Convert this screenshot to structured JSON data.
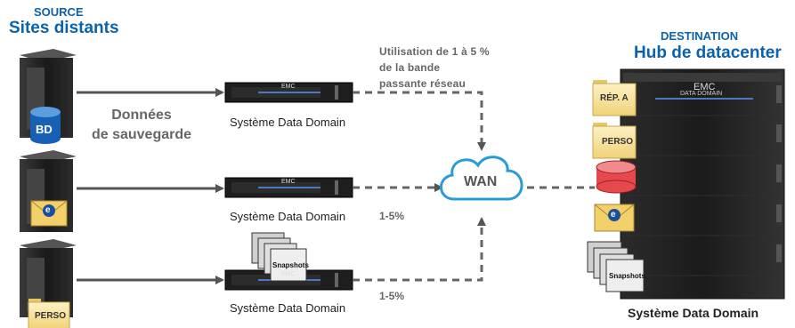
{
  "source": {
    "small": "SOURCE",
    "big": "Sites distants"
  },
  "destination": {
    "small": "DESTINATION",
    "big": "Hub de datacenter"
  },
  "bandwidth_note": [
    "Utilisation de 1 à 5 %",
    "de la bande",
    "passante réseau"
  ],
  "backup_data": [
    "Données",
    "de sauvegarde"
  ],
  "system_label": "Système Data Domain",
  "percent": "1-5%",
  "wan": "WAN",
  "db_badge": "BD",
  "perso": "PERSO",
  "rep_a": "RÉP. A",
  "snapshots": "Snapshots",
  "emc": "EMC",
  "emc_sub": "DATA DOMAIN",
  "colors": {
    "accent": "#0b62ad",
    "arrow": "#555555",
    "dash": "#666666"
  }
}
